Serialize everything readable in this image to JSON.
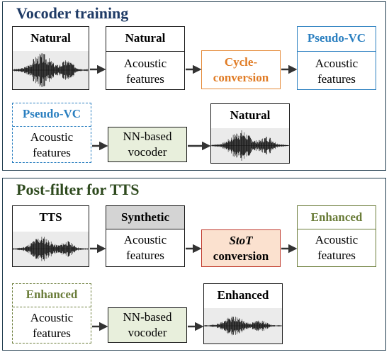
{
  "colors": {
    "panel1_title": "#1f3b66",
    "panel2_title": "#2e4a1e",
    "cycle_text": "#e07b24",
    "cycle_border": "#e58b3a",
    "pseudo_vc": "#2a7fc0",
    "enhanced": "#6b7d3a",
    "nn_fill": "#e8efdc",
    "synthetic_fill": "#d4d4d4",
    "stot_fill": "#fbe1cf",
    "stot_border": "#c0392b"
  },
  "vocoder_training": {
    "title": "Vocoder training",
    "row1": {
      "wave_label": "Natural",
      "acoustic1_header": "Natural",
      "acoustic1_body": [
        "Acoustic",
        "features"
      ],
      "process": [
        "Cycle-",
        "conversion"
      ],
      "acoustic2_header": "Pseudo-VC",
      "acoustic2_body": [
        "Acoustic",
        "features"
      ]
    },
    "row2": {
      "acoustic_header": "Pseudo-VC",
      "acoustic_body": [
        "Acoustic",
        "features"
      ],
      "process": [
        "NN-based",
        "vocoder"
      ],
      "wave_label": "Natural"
    }
  },
  "post_filter": {
    "title": "Post-filter for TTS",
    "row1": {
      "wave_label": "TTS",
      "acoustic1_header": "Synthetic",
      "acoustic1_body": [
        "Acoustic",
        "features"
      ],
      "process": [
        "StoT",
        "conversion"
      ],
      "acoustic2_header": "Enhanced",
      "acoustic2_body": [
        "Acoustic",
        "features"
      ]
    },
    "row2": {
      "acoustic_header": "Enhanced",
      "acoustic_body": [
        "Acoustic",
        "features"
      ],
      "process": [
        "NN-based",
        "vocoder"
      ],
      "wave_label": "Enhanced"
    }
  }
}
